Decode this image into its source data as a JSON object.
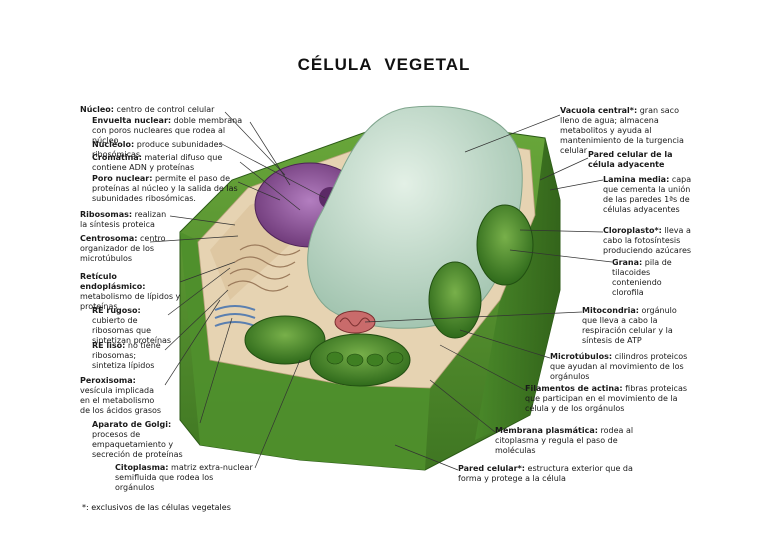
{
  "title": {
    "word1": "CÉLULA",
    "word2": "VEGETAL"
  },
  "labels_left": [
    {
      "key": "Núcleo:",
      "text": " centro de control celular"
    },
    {
      "key": "Envuelta nuclear:",
      "text": " doble membrana con poros nucleares que rodea al núcleo"
    },
    {
      "key": "Nucléolo:",
      "text": " produce subunidades ribosómicas"
    },
    {
      "key": "Cromatina:",
      "text": " material difuso que contiene ADN y proteínas"
    },
    {
      "key": "Poro nuclear:",
      "text": " permite el paso de proteínas al núcleo y la salida de las subunidades ribosómicas."
    },
    {
      "key": "Ribosomas:",
      "text": " realizan la síntesis proteica"
    },
    {
      "key": "Centrosoma:",
      "text": " centro organizador de los microtúbulos"
    },
    {
      "key": "Retículo endoplásmico:",
      "text": " metabolismo de lípidos y proteínas"
    },
    {
      "key": "RE rugoso:",
      "text": " cubierto de ribosomas que sintetizan proteínas"
    },
    {
      "key": "RE liso:",
      "text": " no tiene ribosomas; sintetiza lípidos"
    },
    {
      "key": "Peroxisoma:",
      "text": " vesícula implicada en el metabolismo de los ácidos grasos"
    },
    {
      "key": "Aparato de Golgi:",
      "text": " procesos de empaquetamiento y secreción de proteínas"
    },
    {
      "key": "Citoplasma:",
      "text": " matriz extra-nuclear semifluida que rodea los orgánulos"
    }
  ],
  "labels_right": [
    {
      "key": "Vacuola central*:",
      "text": " gran saco lleno de agua; almacena metabolitos y ayuda al mantenimiento de la turgencia celular"
    },
    {
      "key": "Pared celular de la célula adyacente",
      "text": ""
    },
    {
      "key": "Lamina media:",
      "text": " capa que cementa la unión de las paredes 1ªs de células adyacentes"
    },
    {
      "key": "Cloroplasto*:",
      "text": " lleva a cabo la fotosíntesis produciendo azúcares"
    },
    {
      "key": "Grana:",
      "text": " pila de tilacoides conteniendo clorofila"
    },
    {
      "key": "Mitocondria:",
      "text": " orgánulo que lleva a cabo la respiración celular y la síntesis de ATP"
    },
    {
      "key": "Microtúbulos:",
      "text": " cilindros proteicos que ayudan al movimiento de los orgánulos"
    },
    {
      "key": "Filamentos de actina:",
      "text": " fibras proteicas que participan en el movimiento de la célula y de los orgánulos"
    },
    {
      "key": "Membrana plasmática:",
      "text": " rodea al citoplasma y regula el paso de moléculas"
    },
    {
      "key": "Pared celular*:",
      "text": " estructura exterior que da forma y protege a la célula"
    }
  ],
  "footnote": "*: exclusivos de las células vegetales",
  "colors": {
    "wall": "#4f8a2c",
    "vacuole": "#bcd6c4",
    "nucleus": "#8a4f95",
    "cytoplasm": "#e8d4b4"
  }
}
